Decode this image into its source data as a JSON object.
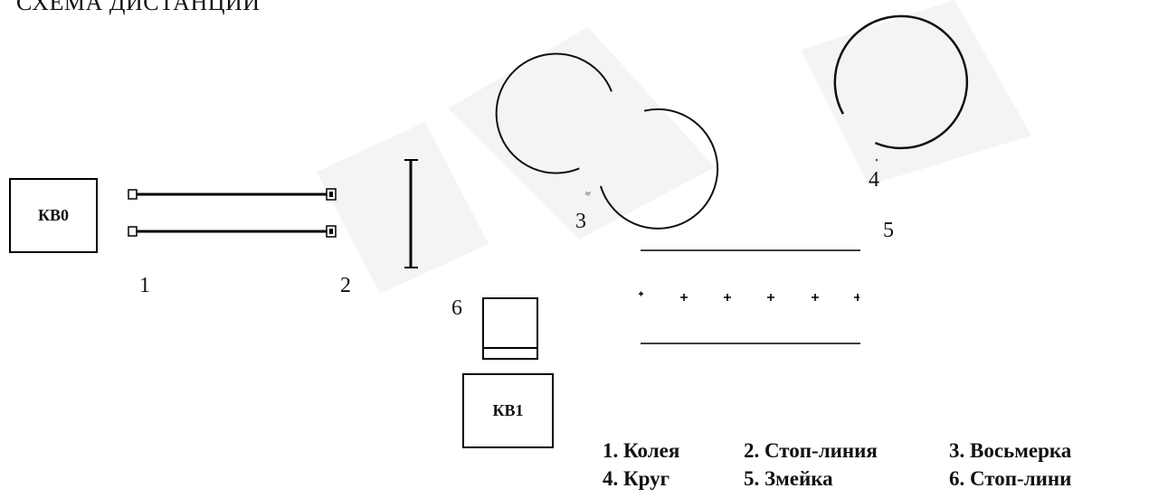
{
  "title": "СХЕМА ДИСТАНЦИИ",
  "zones": {
    "kv0": "КВ0",
    "kv1": "КВ1"
  },
  "element_numbers": [
    "1",
    "2",
    "3",
    "4",
    "5",
    "6"
  ],
  "stray_mark": "8.",
  "legend": [
    "1. Колея",
    "2. Стоп-линия",
    "3. Восьмерка",
    "4. Круг",
    "5. Змейка",
    "6. Стоп-лини"
  ],
  "colors": {
    "line": "#000000",
    "shadow": "#f4f4f4"
  }
}
